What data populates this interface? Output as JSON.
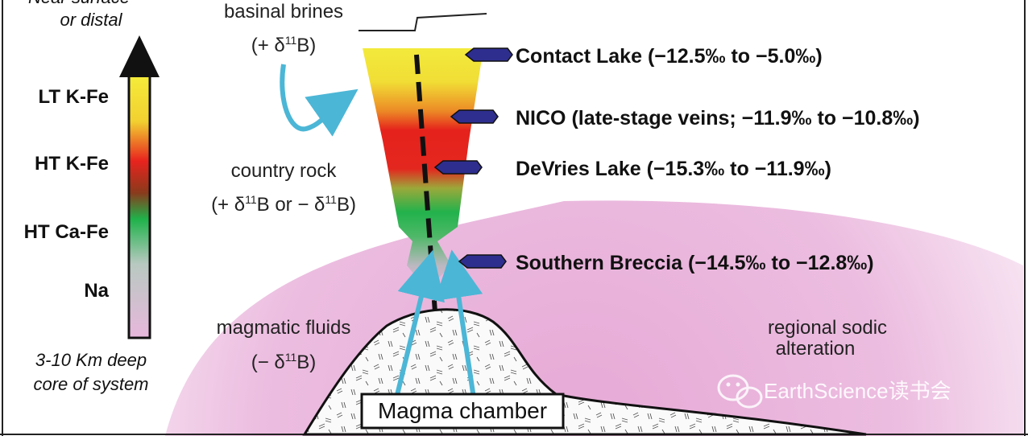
{
  "scale_bar": {
    "top_label_line1": "Near surface",
    "top_label_line2": "or distal",
    "levels": [
      "LT K-Fe",
      "HT K-Fe",
      "HT Ca-Fe",
      "Na"
    ],
    "bottom_label_line1": "3-10 Km deep",
    "bottom_label_line2": "core of system",
    "gradient_colors": [
      "#f5ed3a",
      "#e8231e",
      "#1fb24a",
      "#e8b7dc"
    ]
  },
  "regions": {
    "basinal_brines": {
      "label": "basinal brines",
      "sign": "(+ δ",
      "sup": "11",
      "suffix": "B)"
    },
    "country_rock": {
      "label": "country rock",
      "sign": "(+ δ",
      "sup": "11",
      "mid": "B or − δ",
      "sup2": "11",
      "suffix": "B)"
    },
    "magmatic_fluids": {
      "label": "magmatic fluids",
      "sign": "(− δ",
      "sup": "11",
      "suffix": "B)"
    },
    "regional_sodic_line1": "regional sodic",
    "regional_sodic_line2": "alteration",
    "magma_chamber": "Magma chamber"
  },
  "deposits": [
    {
      "name": "Contact Lake",
      "range": "(−12.5‰ to −5.0‰)"
    },
    {
      "name": "NICO",
      "range": "(late-stage veins; −11.9‰ to −10.8‰)"
    },
    {
      "name": "DeVries Lake",
      "range": "(−15.3‰ to −11.9‰)"
    },
    {
      "name": "Southern Breccia",
      "range": "(−14.5‰ to −12.8‰)"
    }
  ],
  "watermark": "EarthScience读书会",
  "colors": {
    "pink": "#e8b1da",
    "marker": "#2e2e8f",
    "arrow_blue": "#4cb6d6",
    "yellow": "#f2e93a",
    "red": "#e5221c",
    "green": "#22b24c"
  }
}
